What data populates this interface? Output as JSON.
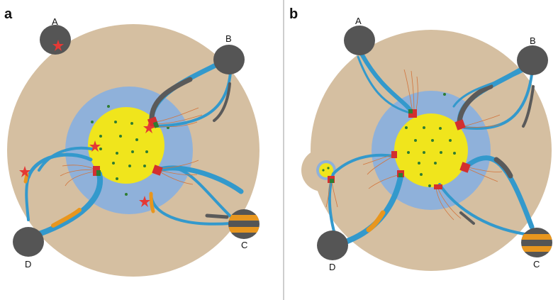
{
  "panels": [
    {
      "id": "a",
      "label": "a",
      "nodes": {
        "A": "A",
        "B": "B",
        "C": "C",
        "D": "D"
      }
    },
    {
      "id": "b",
      "label": "b",
      "nodes": {
        "A": "A",
        "B": "B",
        "C": "C",
        "D": "D"
      }
    }
  ],
  "colors": {
    "cell_body": "#d5bfa1",
    "nucleus_region": "#8fb1da",
    "core": "#f0e51c",
    "dot": "#2e7d32",
    "channel": "#3399cc",
    "dark_segment": "#5a5a5a",
    "orange_segment": "#e8961e",
    "anchor_red": "#d32f2f",
    "anchor_green": "#2e7d32",
    "star": "#e53935",
    "node_gray": "#555555",
    "root_hair": "#d2743c",
    "divider": "#9e9e9e"
  }
}
